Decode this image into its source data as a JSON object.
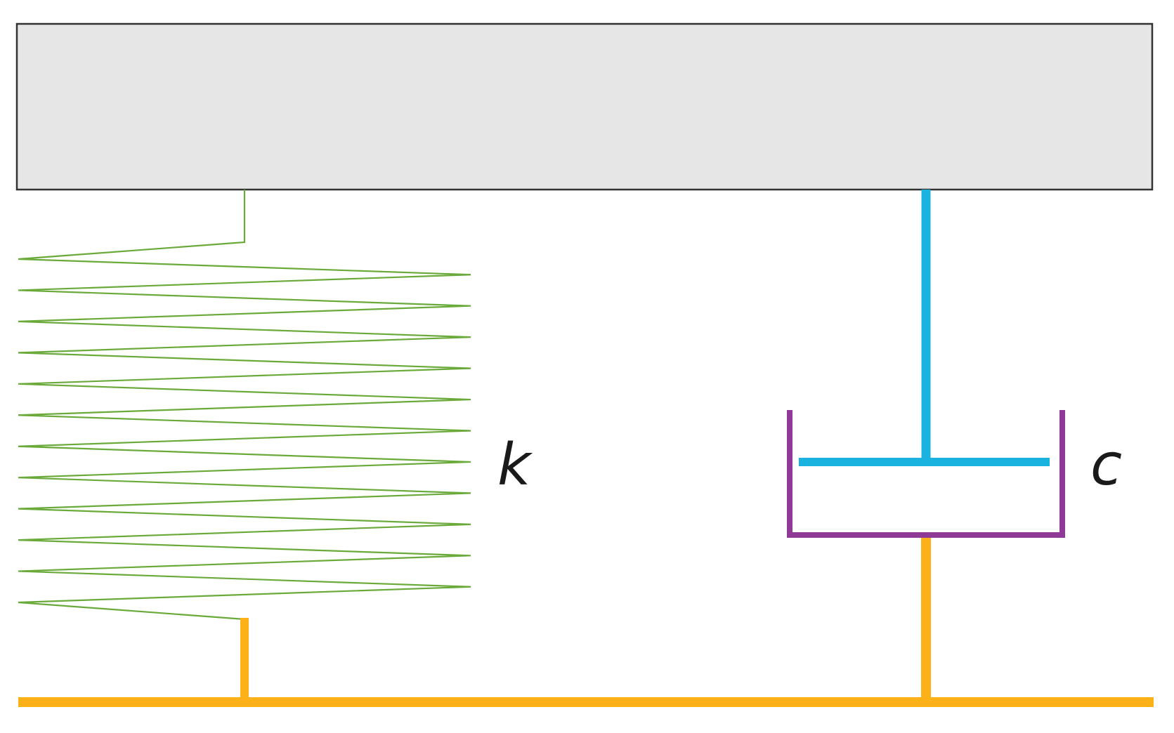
{
  "labels": {
    "spring": "k",
    "damper": "c"
  },
  "colors": {
    "mass_fill": "#e6e6e6",
    "mass_stroke": "#333333",
    "spring": "#6aaa3a",
    "piston": "#1ab3e0",
    "cylinder": "#8e3a96",
    "base": "#fbb117"
  },
  "spring": {
    "coils": 11
  }
}
